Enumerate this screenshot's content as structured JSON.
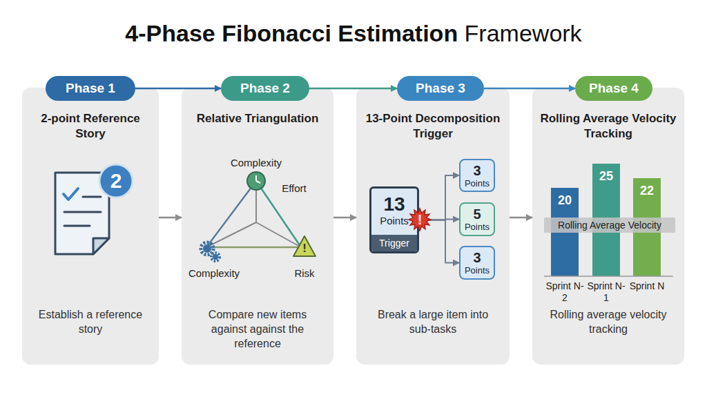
{
  "diagram": {
    "title": "4-Phase Fibonacci Estimation Framework",
    "nodes": [
      {
        "text": [
          "2-point Reference Story",
          "Establish a reference story"
        ]
      },
      {
        "text": [
          "Phase 1"
        ],
        "in": 0
      },
      {
        "text": [
          "2"
        ],
        "in": 0
      },
      {
        "text": [
          "Relative Triangulation",
          "Compare new items against against the reference"
        ]
      },
      {
        "text": [
          "Phase 2"
        ],
        "in": 3
      },
      {
        "text": [
          "!"
        ],
        "in": 3
      },
      {
        "text": [
          "13-Point Decomposition Trigger",
          "Break a large item into sub-tasks"
        ]
      },
      {
        "text": [
          "Phase 3"
        ],
        "in": 6
      },
      {
        "text": [
          "13",
          "Points",
          "Trigger"
        ],
        "in": 6
      },
      {
        "text": [
          "!"
        ],
        "in": 6
      },
      {
        "text": [
          "3",
          "Points"
        ],
        "in": 6
      },
      {
        "text": [
          "5",
          "Points"
        ],
        "in": 6
      },
      {
        "text": [
          "3",
          "Points"
        ],
        "in": 6
      },
      {
        "text": [
          "Rolling Average Velocity Tracking",
          "Rolling average velocity tracking"
        ]
      },
      {
        "text": [
          "Phase 4"
        ],
        "in": 13
      },
      {
        "text": [
          "20"
        ],
        "in": 13
      },
      {
        "text": [
          "25"
        ],
        "in": 13
      },
      {
        "text": [
          "22"
        ],
        "in": 13
      },
      {
        "text": [
          "Rolling Average Velocity"
        ],
        "in": 13
      }
    ],
    "edges": [
      {
        "from": 1,
        "to": 4,
        "arrow": "to"
      },
      {
        "from": 4,
        "to": 7,
        "arrow": "to"
      },
      {
        "from": 7,
        "to": 14,
        "arrow": "to"
      },
      {
        "from": 0,
        "to": 3,
        "arrow": "to"
      },
      {
        "from": 3,
        "to": 6,
        "arrow": "to"
      },
      {
        "from": 6,
        "to": 13,
        "arrow": "to"
      },
      {
        "from": 8,
        "to": 10,
        "arrow": "to"
      },
      {
        "from": 8,
        "to": 11,
        "arrow": "to"
      },
      {
        "from": 8,
        "to": 12,
        "arrow": "to"
      }
    ],
    "labels": [
      "Complexity",
      "Effort",
      "Complexity",
      "Risk",
      "Sprint N-2",
      "Sprint N-1",
      "Sprint N"
    ]
  }
}
